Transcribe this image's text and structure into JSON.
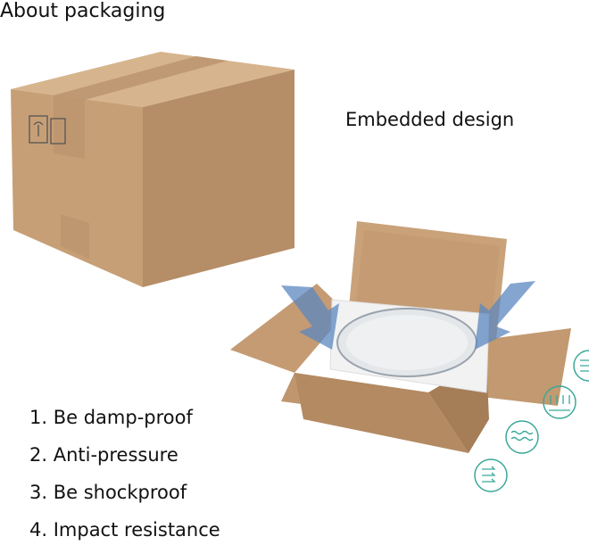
{
  "header": {
    "title": "About packaging",
    "subtitle": "Embedded design"
  },
  "features": [
    "1. Be damp-proof",
    "2. Anti-pressure",
    "3. Be shockproof",
    "4. Impact resistance"
  ],
  "colors": {
    "cardboard": "#c9a27a",
    "cardboard_dark": "#a8825e",
    "foam": "#f2f2f2",
    "arrow": "#5b87c0",
    "icon_teal": "#3aa89a"
  },
  "icons": [
    "moisture-icon",
    "pressure-icon",
    "wave-icon",
    "shock-icon"
  ]
}
